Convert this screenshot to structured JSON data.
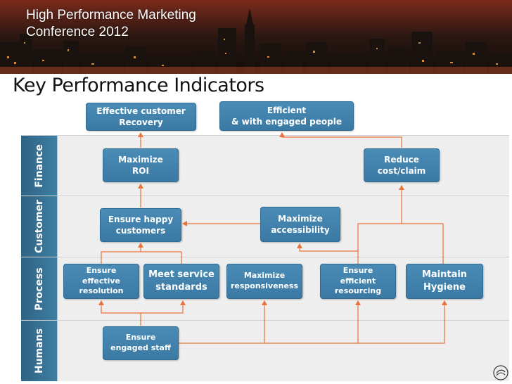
{
  "banner": {
    "title_line1": "High Performance Marketing",
    "title_line2": "Conference 2012"
  },
  "slide": {
    "title": "Key Performance Indicators"
  },
  "lanes": [
    {
      "label": "Finance"
    },
    {
      "label": "Customer"
    },
    {
      "label": "Process"
    },
    {
      "label": "Humans"
    }
  ],
  "boxes": {
    "effective_recovery": "Effective customer\nRecovery",
    "efficient_engaged": "Efficient\n& with engaged people",
    "maximize_roi": "Maximize\nROI",
    "reduce_cost": "Reduce\ncost/claim",
    "happy_customers": "Ensure happy\ncustomers",
    "maximize_accessibility": "Maximize\naccessibility",
    "effective_resolution": "Ensure\neffective\nresolution",
    "meet_standards": "Meet service\nstandards",
    "maximize_responsiveness": "Maximize\nresponsiveness",
    "efficient_resourcing": "Ensure\nefficient\nresourcing",
    "maintain_hygiene": "Maintain\nHygiene",
    "engaged_staff": "Ensure\nengaged staff"
  },
  "colors": {
    "box": "#3f80aa",
    "lane_tab": "#3570936",
    "connector": "#e8743b"
  },
  "icons": {
    "logo": "swirl-logo-icon"
  }
}
